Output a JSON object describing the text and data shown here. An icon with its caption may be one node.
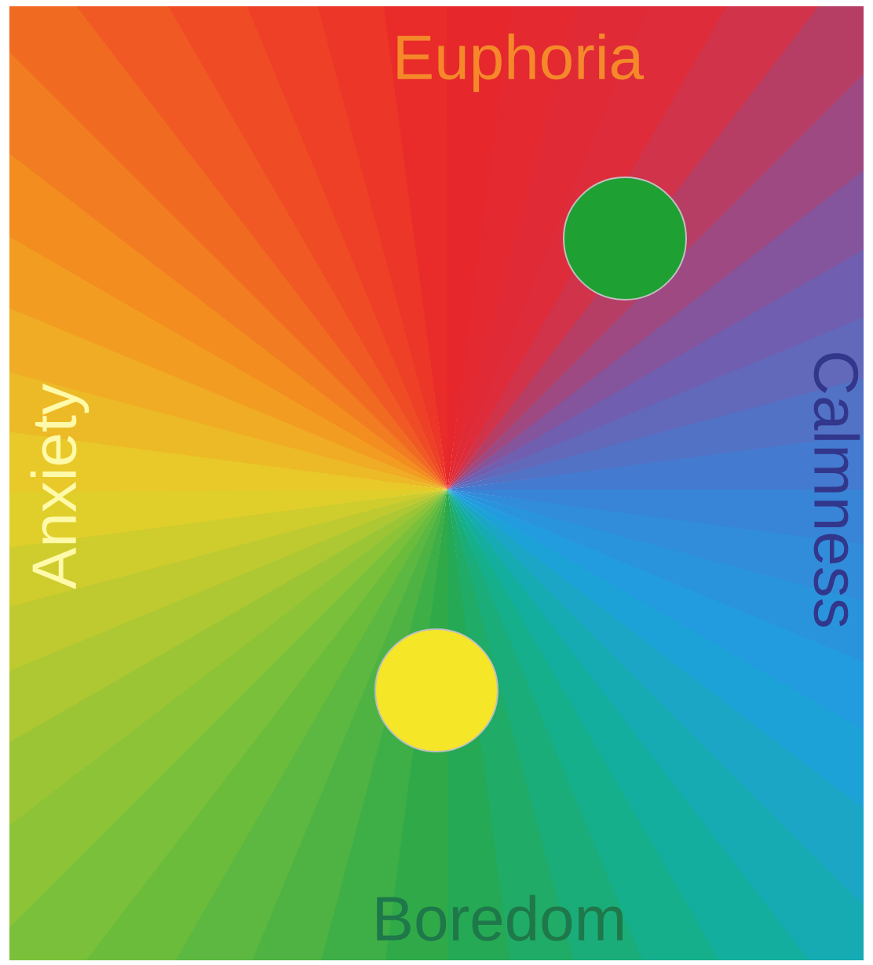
{
  "diagram": {
    "nodes": [
      {
        "text": [],
        "shape": "circle"
      },
      {
        "text": [],
        "shape": "circle"
      }
    ],
    "labels": [
      "Euphoria",
      "Anxiety",
      "Calmness",
      "Boredom"
    ]
  }
}
